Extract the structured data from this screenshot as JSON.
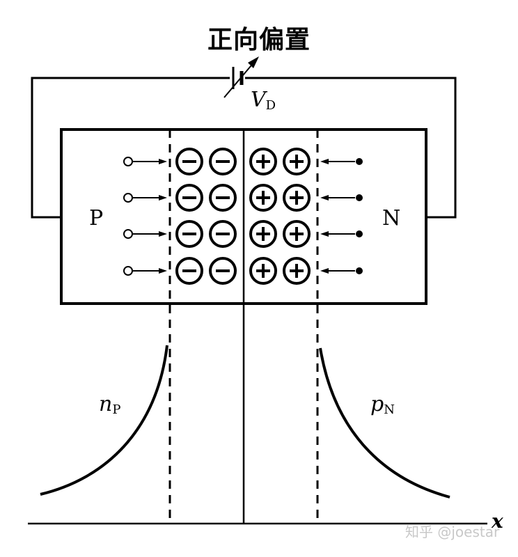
{
  "title": "正向偏置",
  "labels": {
    "p_region": "P",
    "n_region": "N",
    "voltage": "V",
    "voltage_sub": "D",
    "electron_conc": "n",
    "electron_conc_sub": "P",
    "hole_conc": "p",
    "hole_conc_sub": "N",
    "x_axis": "x"
  },
  "watermark": "知乎 @joestar",
  "ions": {
    "rows": 4,
    "negative_per_row": 2,
    "positive_per_row": 2
  },
  "carriers": {
    "p_side": "hollow-circle-with-arrow-right",
    "n_side": "filled-dot-with-arrow-left"
  },
  "colors": {
    "ink": "#000000",
    "background": "#ffffff",
    "watermark": "#c8c8c8"
  }
}
